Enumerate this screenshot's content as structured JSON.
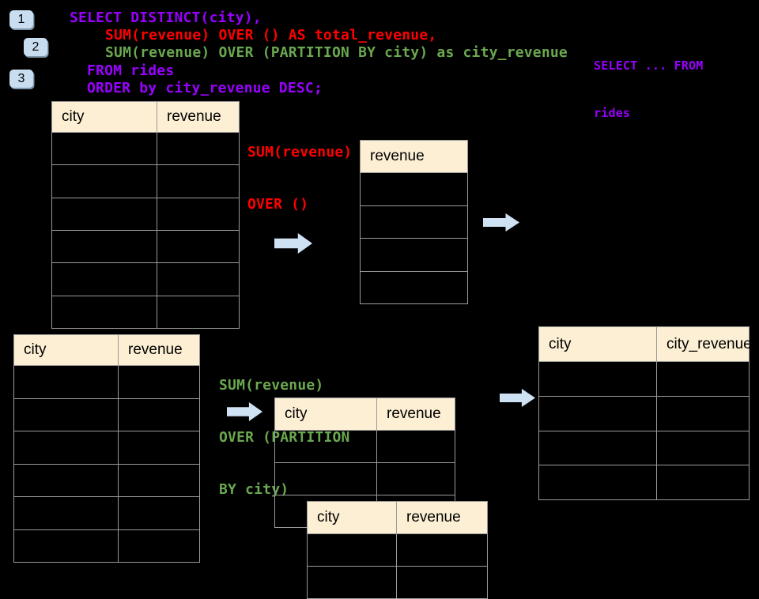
{
  "colors": {
    "background": "#000000",
    "code_purple": "#9900FF",
    "code_red": "#FF0000",
    "code_green": "#6AA84F",
    "table_header_bg": "#FCEFD4",
    "table_border": "#9A9A9A",
    "arrow_fill": "#CFE2F3",
    "badge_bg": "#C9DDF1"
  },
  "badges": {
    "step1": "1",
    "step2": "2",
    "step3": "3"
  },
  "sql": {
    "line1": "SELECT DISTINCT(city),",
    "line2": "SUM(revenue) OVER () AS total_revenue,",
    "line3": "SUM(revenue) OVER (PARTITION BY city) as city_revenue",
    "line4": "FROM rides",
    "line5": "ORDER by city_revenue DESC;"
  },
  "annotations": {
    "from_note": {
      "line1": "SELECT ... FROM",
      "line2": "rides"
    },
    "total_note": {
      "line1": "SUM(revenue)",
      "line2": "OVER ()"
    },
    "partition_note": {
      "line1": "SUM(revenue)",
      "line2": "OVER (PARTITION",
      "line3": "BY city)"
    }
  },
  "tables": {
    "source_top": {
      "headers": [
        "city",
        "revenue"
      ],
      "empty_rows": 6
    },
    "total_result": {
      "headers": [
        "revenue"
      ],
      "empty_rows": 4
    },
    "source_bottom": {
      "headers": [
        "city",
        "revenue"
      ],
      "empty_rows": 6
    },
    "partition_back": {
      "headers": [
        "city",
        "revenue"
      ],
      "empty_rows": 3
    },
    "partition_front": {
      "headers": [
        "city",
        "revenue"
      ],
      "empty_rows": 2
    },
    "final_result": {
      "headers": [
        "city",
        "city_revenue"
      ],
      "empty_rows": 4
    }
  }
}
